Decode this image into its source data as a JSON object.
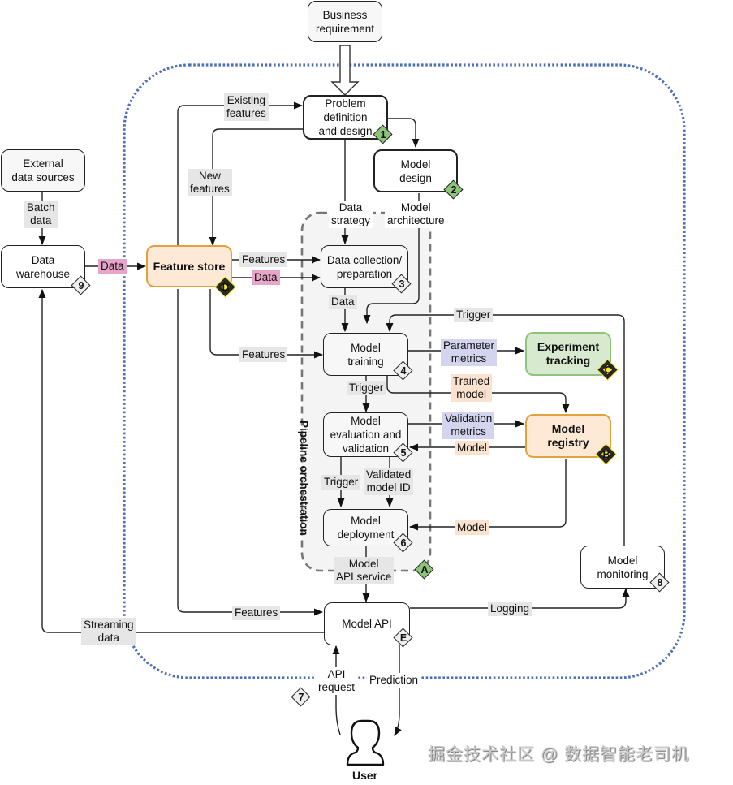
{
  "colors": {
    "outer_boundary": "#4f6fb8",
    "pipeline_border": "#777777",
    "feature_store_fill": "#fde9d6",
    "feature_store_border": "#e0a23a",
    "experiment_fill": "#d7ead0",
    "experiment_border": "#8fc47d",
    "badge_green": "#8dc47a",
    "badge_yellow": "#f4e62a",
    "label_pink": "#e7a6c9",
    "label_purple": "#d4d4ee",
    "label_peach": "#fbe2cf",
    "label_gray": "#e6e6e6"
  },
  "nodes": {
    "business_requirement": "Business\nrequirement",
    "problem_definition": "Problem\ndefinition\nand design",
    "model_design": "Model\ndesign",
    "external_sources": "External\ndata sources",
    "data_warehouse": "Data\nwarehouse",
    "feature_store": "Feature store",
    "data_collection": "Data collection/\npreparation",
    "model_training": "Model\ntraining",
    "model_evaluation": "Model\nevaluation and\nvalidation",
    "model_deployment": "Model\ndeployment",
    "experiment_tracking": "Experiment\ntracking",
    "model_registry": "Model\nregistry",
    "model_monitoring": "Model\nmonitoring",
    "model_api": "Model API",
    "user": "User"
  },
  "badges": {
    "problem_definition": "1",
    "model_design": "2",
    "data_collection": "3",
    "model_training": "4",
    "model_evaluation": "5",
    "model_deployment": "6",
    "user_request": "7",
    "model_monitoring": "8",
    "data_warehouse": "9",
    "pipeline": "A",
    "model_registry": "B",
    "experiment_tracking": "C",
    "feature_store": "D",
    "model_api": "E"
  },
  "pipeline_title": "Pipeline orchestration",
  "edges": {
    "existing_features": "Existing\nfeatures",
    "new_features": "New\nfeatures",
    "batch_data": "Batch\ndata",
    "wh_to_fs_data": "Data",
    "data_strategy": "Data\nstrategy",
    "model_architecture": "Model\narchitecture",
    "fs_features_to_collection": "Features",
    "fs_data_to_collection": "Data",
    "collection_data": "Data",
    "fs_features_to_training": "Features",
    "monitoring_trigger": "Trigger",
    "parameter_metrics": "Parameter\nmetrics",
    "training_trigger": "Trigger",
    "trained_model": "Trained\nmodel",
    "validation_metrics": "Validation\nmetrics",
    "registry_model_to_eval": "Model",
    "eval_trigger": "Trigger",
    "validated_model_id": "Validated\nmodel ID",
    "registry_model_to_deploy": "Model",
    "model_api_service": "Model\nAPI service",
    "fs_features_to_api": "Features",
    "logging": "Logging",
    "streaming_data": "Streaming\ndata",
    "api_request": "API\nrequest",
    "prediction": "Prediction"
  },
  "watermark": "掘金技术社区 @ 数据智能老司机"
}
